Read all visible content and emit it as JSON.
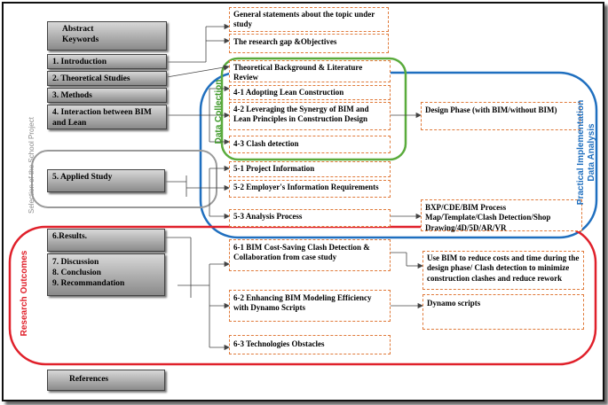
{
  "left_boxes": {
    "abstract": "Abstract",
    "keywords": "Keywords",
    "introduction": "1.    Introduction",
    "theoretical": "2.    Theoretical Studies",
    "methods": "3. Methods",
    "interaction": "4.  Interaction between BIM and Lean",
    "applied": "5. Applied Study",
    "results": "6.Results.",
    "discussion": "7.      Discussion",
    "conclusion": "8.      Conclusion",
    "recommendation": "9.      Recommandation",
    "references": "References"
  },
  "middle_boxes": {
    "general": "General statements about the topic under study",
    "gap": "The research gap &Objectives",
    "background": "Theoretical Background & Literature Review",
    "lean": "4-1    Adopting Lean Construction",
    "synergy": "4-2    Leveraging the Synergy of BIM and Lean Principles in Construction Design",
    "clash": "4-3       Clash detection",
    "project": "5-1    Project Information",
    "employer": "5-2    Employer's Information Requirements",
    "analysis": "5-3   Analysis Process",
    "cost": "6-1     BIM Cost-Saving Clash Detection & Collaboration from case study",
    "dynamo": "6-2    Enhancing BIM Modeling Efficiency with Dynamo Scripts",
    "obstacles": "6-3  Technologies Obstacles"
  },
  "right_boxes": {
    "design": "Design Phase (with BIM/without BIM)",
    "bxp": "BXP/CDE/BIM Process Map/Template/Clash Detection/Shop Drawing/4D/5D/AR/VR",
    "reduce": "Use BIM to reduce costs and time during the design phase/ Clash detection to minimize construction clashes and reduce rework",
    "scripts": "Dynamo scripts"
  },
  "side_labels": {
    "data_collection": "Data Collection",
    "selection": "Selection of the School Project",
    "practical": "Practical Implementation",
    "data_analysis": "Data Analysis",
    "outcomes": "Research Outcomes"
  },
  "colors": {
    "green": "#5aab3c",
    "blue": "#1f6fbf",
    "red": "#e0202a",
    "grey": "#8c8c8c",
    "orange_dash": "#e07a3a"
  }
}
